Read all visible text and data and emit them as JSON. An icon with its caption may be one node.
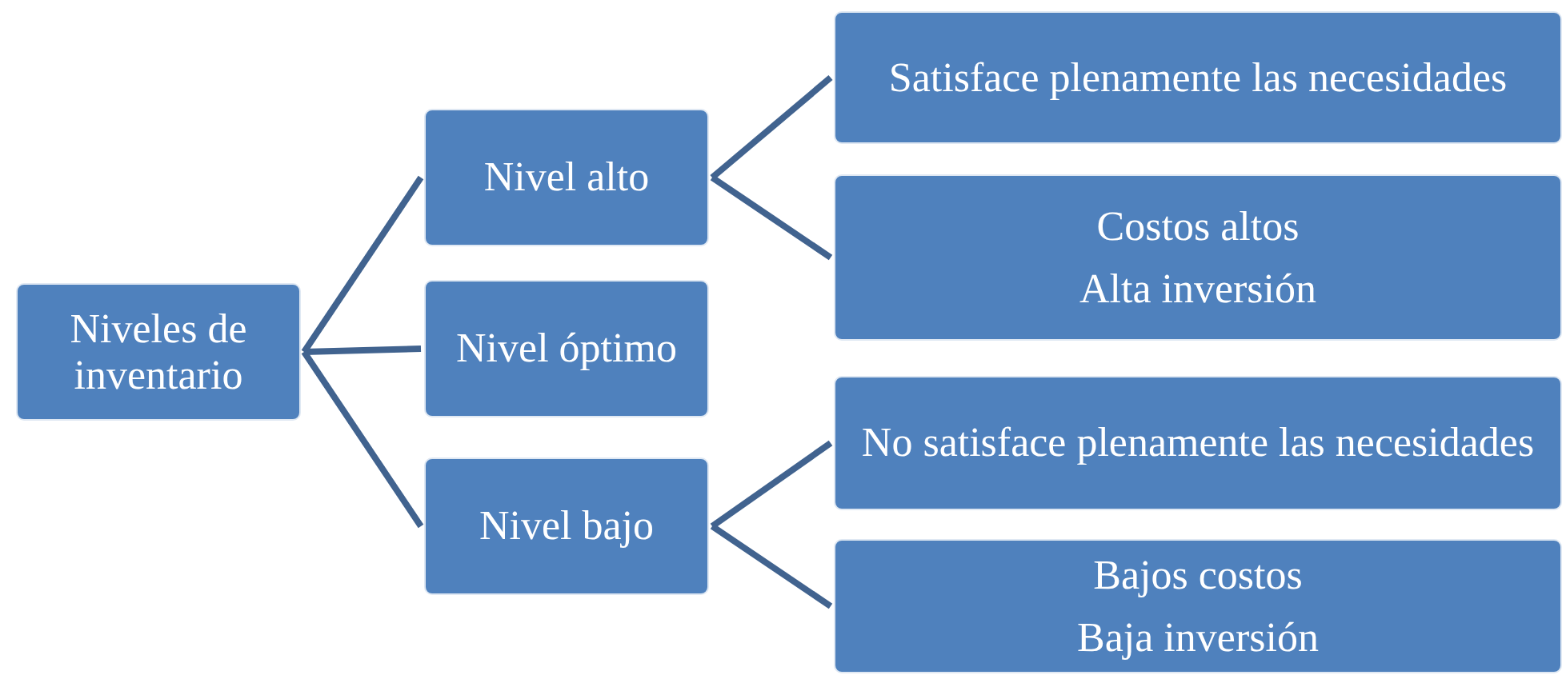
{
  "diagram": {
    "nodes": [
      {
        "text": [
          "Niveles de inventario"
        ]
      },
      {
        "text": [
          "Nivel alto"
        ]
      },
      {
        "text": [
          "Nivel óptimo"
        ]
      },
      {
        "text": [
          "Nivel bajo"
        ]
      },
      {
        "text": [
          "Satisface plenamente las necesidades"
        ]
      },
      {
        "text": [
          "Costos altos",
          "Alta inversión"
        ]
      },
      {
        "text": [
          "No satisface plenamente las necesidades"
        ]
      },
      {
        "text": [
          "Bajos costos",
          "Baja inversión"
        ]
      }
    ],
    "edges": [
      {
        "from": 0,
        "to": 1,
        "arrow": "none"
      },
      {
        "from": 0,
        "to": 2,
        "arrow": "none"
      },
      {
        "from": 0,
        "to": 3,
        "arrow": "none"
      },
      {
        "from": 1,
        "to": 4,
        "arrow": "none"
      },
      {
        "from": 1,
        "to": 5,
        "arrow": "none"
      },
      {
        "from": 3,
        "to": 6,
        "arrow": "none"
      },
      {
        "from": 3,
        "to": 7,
        "arrow": "none"
      }
    ]
  }
}
